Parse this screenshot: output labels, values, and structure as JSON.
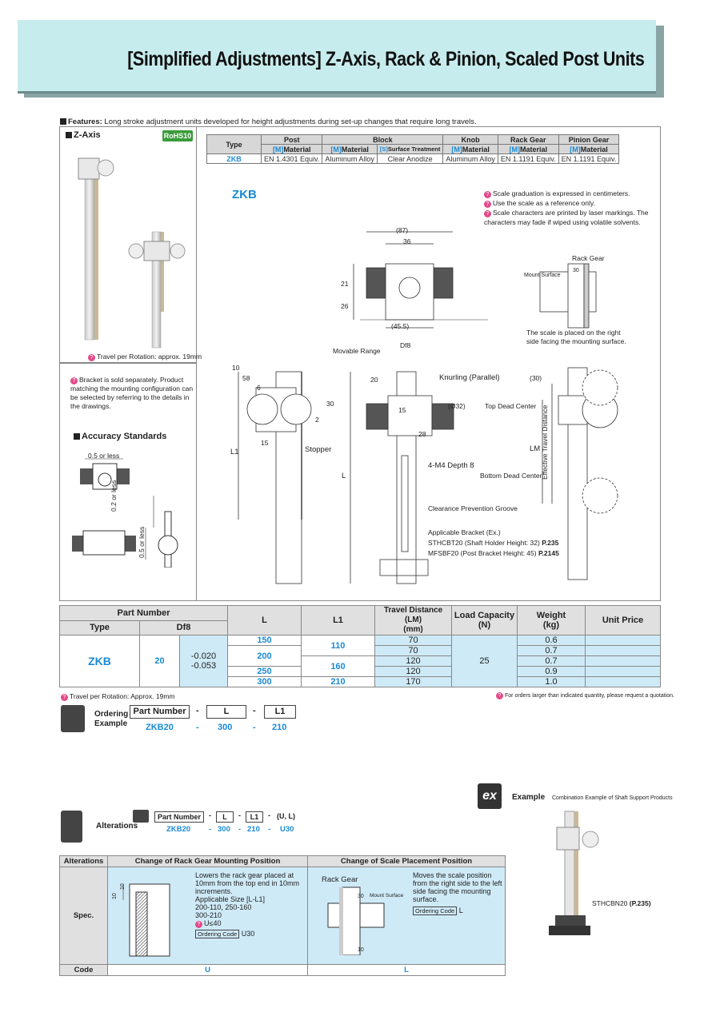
{
  "title": "[Simplified Adjustments] Z-Axis, Rack & Pinion, Scaled Post Units",
  "features_label": "Features:",
  "features_text": "Long stroke adjustment units developed for height adjustments during set-up changes that require long travels.",
  "zaxis_label": "Z-Axis",
  "rohs": "RoHS10",
  "travel_note": "Travel per Rotation: approx. 19mm",
  "bracket_note": "Bracket is sold separately. Product matching the mounting configuration can be selected by referring to the details in the drawings.",
  "accuracy_label": "Accuracy Standards",
  "accuracy_dims": [
    "0.5 or less",
    "0.2 or less",
    "0.5 or less"
  ],
  "spec_table": {
    "type_hdr": "Type",
    "groups": [
      "Post",
      "Block",
      "Knob",
      "Rack Gear",
      "Pinion Gear"
    ],
    "material": "Material",
    "surface": "Surface Treatment",
    "type": "ZKB",
    "values": [
      "EN 1.4301 Equiv.",
      "Aluminum Alloy",
      "Clear Anodize",
      "Aluminum Alloy",
      "EN 1.1191 Equiv.",
      "EN 1.1191 Equiv."
    ]
  },
  "drawing_title": "ZKB",
  "notes": [
    "Scale graduation is expressed in centimeters.",
    "Use the scale as a reference only.",
    "Scale characters are printed by laser markings. The characters may fade if wiped using volatile solvents."
  ],
  "dims": {
    "d87": "(87)",
    "d36": "36",
    "d21": "21",
    "d26": "26",
    "d455": "(45.5)",
    "df8": "Df8",
    "d10": "10",
    "d58": "58",
    "d6": "6",
    "d2": "2",
    "d30": "30",
    "d15": "15",
    "d20": "20",
    "d15b": "15",
    "d28": "28",
    "d32": "(Ø32)",
    "d30b": "(30)",
    "L1": "L1",
    "L": "L",
    "LM": "LM",
    "scale30": "30"
  },
  "labels": {
    "rack_gear": "Rack Gear",
    "mount_surface": "Mount Surface",
    "scale_note": "The scale is placed on the right side facing the mounting surface.",
    "movable_range": "Movable Range",
    "stopper": "Stopper",
    "knurling": "Knurling (Parallel)",
    "m4": "4-M4 Depth 8",
    "clearance": "Clearance Prevention Groove",
    "top_dead": "Top Dead Center",
    "bottom_dead": "Bottom Dead Center",
    "eff_travel": "Effective Travel Distance",
    "bracket_ex": "Applicable Bracket (Ex.)",
    "bracket1": "STHCBT20 (Shaft Holder Height: 32)",
    "bracket1_ref": "P.235",
    "bracket2": "MFSBF20 (Post Bracket Height: 45)",
    "bracket2_ref": "P.2145"
  },
  "part_table": {
    "part_number": "Part Number",
    "type": "Type",
    "df8": "Df8",
    "L": "L",
    "L1": "L1",
    "travel": "Travel Distance (LM)",
    "travel_unit": "(mm)",
    "load": "Load Capacity",
    "load_unit": "(N)",
    "weight": "Weight",
    "weight_unit": "(kg)",
    "price": "Unit Price",
    "type_val": "ZKB",
    "d_val": "20",
    "tol": "-0.020\n-0.053",
    "load_val": "25",
    "rows": [
      {
        "L": "150",
        "LM": "70",
        "W": "0.6"
      },
      {
        "L": "200",
        "LM": "70",
        "W": "0.7"
      },
      {
        "L": "",
        "LM": "120",
        "W": "0.7"
      },
      {
        "L": "250",
        "LM": "120",
        "W": "0.9"
      },
      {
        "L": "300",
        "LM": "170",
        "W": "1.0"
      }
    ],
    "L1_vals": [
      "110",
      "160",
      "210"
    ]
  },
  "travel_note2": "Travel per Rotation: Approx. 19mm",
  "quote_note": "For orders larger than indicated quantity, please request a quotation.",
  "ordering": {
    "label1": "Ordering",
    "label2": "Example",
    "h_part": "Part Number",
    "h_L": "L",
    "h_L1": "L1",
    "dash": "-",
    "v_part": "ZKB20",
    "v_L": "300",
    "v_L1": "210"
  },
  "alterations": {
    "label": "Alterations",
    "h_part": "Part Number",
    "h_L": "L",
    "h_L1": "L1",
    "h_opt": "(U, L)",
    "v_part": "ZKB20",
    "v_L": "300",
    "v_L1": "210",
    "v_opt": "U30"
  },
  "alt_table": {
    "h_alt": "Alterations",
    "h_rack": "Change of Rack Gear Mounting Position",
    "h_scale": "Change of Scale Placement Position",
    "spec": "Spec.",
    "rack_text": "Lowers the rack gear placed at 10mm from the top end in 10mm increments.",
    "rack_app": "Applicable Size [L-L1]",
    "rack_sizes1": "200-110, 250-160",
    "rack_sizes2": "300-210",
    "rack_u": "U≤40",
    "ordering_code": "Ordering Code",
    "rack_code": "U30",
    "scale_text": "Moves the scale position from the right side to the left side facing the mounting surface.",
    "scale_code": "L",
    "rack_gear": "Rack Gear",
    "mount_surface": "Mount Surface",
    "n30": "30",
    "n10": "10",
    "d10a": "10",
    "d10b": "10",
    "code": "Code",
    "code_u": "U",
    "code_l": "L"
  },
  "example": {
    "icon": "ex",
    "label": "Example",
    "sub": "Combination Example of Shaft Support Products",
    "part": "STHCBN20",
    "ref": "(P.235)"
  }
}
